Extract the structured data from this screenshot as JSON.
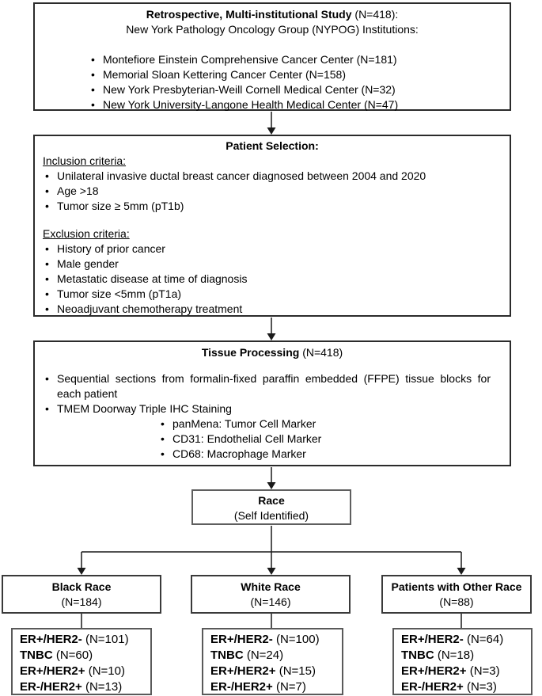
{
  "study_box": {
    "title": "Retrospective, Multi-institutional Study",
    "title_suffix": "(N=418):",
    "subtitle": "New York Pathology Oncology Group (NYPOG) Institutions:",
    "institutions": [
      "Montefiore Einstein Comprehensive Cancer Center (N=181)",
      "Memorial Sloan Kettering Cancer Center (N=158)",
      "New York Presbyterian-Weill Cornell Medical Center (N=32)",
      "New York University-Langone Health Medical Center (N=47)"
    ]
  },
  "patient_selection": {
    "title": "Patient Selection:",
    "inclusion_heading": "Inclusion criteria:",
    "inclusion_criteria": [
      "Unilateral invasive ductal breast cancer diagnosed between 2004 and 2020",
      "Age >18",
      "Tumor size ≥ 5mm (pT1b)"
    ],
    "exclusion_heading": "Exclusion criteria:",
    "exclusion_criteria": [
      "History of prior cancer",
      "Male gender",
      "Metastatic disease at time of diagnosis",
      "Tumor size <5mm (pT1a)",
      "Neoadjuvant chemotherapy treatment"
    ]
  },
  "tissue_processing": {
    "title": "Tissue Processing",
    "title_suffix": "(N=418)",
    "bullet_sections": "Sequential sections from formalin-fixed paraffin embedded (FFPE) tissue blocks for each patient",
    "bullet_staining": "TMEM Doorway Triple IHC Staining",
    "stain_markers": [
      "panMena: Tumor Cell Marker",
      "CD31: Endothelial Cell Marker",
      "CD68: Macrophage Marker"
    ]
  },
  "race_box": {
    "title": "Race",
    "subtitle": "(Self Identified)"
  },
  "race_groups": [
    {
      "name": "Black Race",
      "count": "(N=184)",
      "subtypes": [
        {
          "label": "ER+/HER2-",
          "count": "(N=101)"
        },
        {
          "label": "TNBC",
          "count": "(N=60)"
        },
        {
          "label": "ER+/HER2+",
          "count": "(N=10)"
        },
        {
          "label": "ER-/HER2+",
          "count": "(N=13)"
        }
      ]
    },
    {
      "name": "White Race",
      "count": "(N=146)",
      "subtypes": [
        {
          "label": "ER+/HER2-",
          "count": "(N=100)"
        },
        {
          "label": "TNBC",
          "count": "(N=24)"
        },
        {
          "label": "ER+/HER2+",
          "count": "(N=15)"
        },
        {
          "label": "ER-/HER2+",
          "count": "(N=7)"
        }
      ]
    },
    {
      "name": "Patients with Other Race",
      "count": "(N=88)",
      "subtypes": [
        {
          "label": "ER+/HER2-",
          "count": "(N=64)"
        },
        {
          "label": "TNBC",
          "count": "(N=18)"
        },
        {
          "label": "ER+/HER2+",
          "count": "(N=3)"
        },
        {
          "label": "ER-/HER2+",
          "count": "(N=3)"
        }
      ]
    }
  ]
}
